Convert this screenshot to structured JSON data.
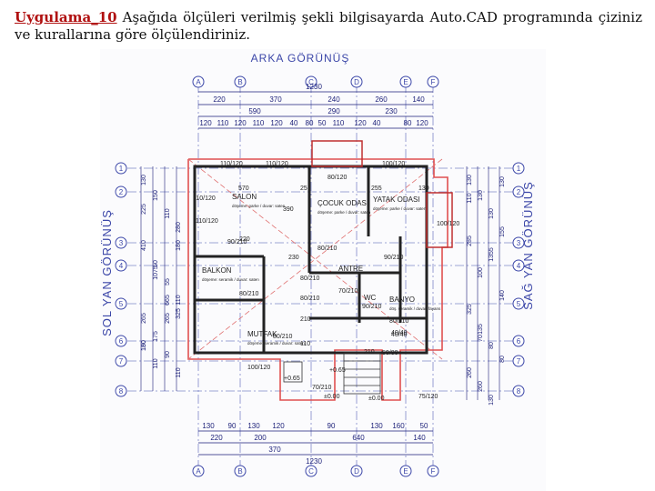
{
  "task": {
    "lead": "Uygulama_10",
    "text": " Aşağıda ölçüleri verilmiş şekli bilgisayarda Auto.CAD programında çiziniz ve kurallarına göre ölçülendiriniz."
  },
  "views": {
    "back": "ARKA GÖRÜNÜŞ",
    "left": "SOL YAN GÖRÜNÜŞ",
    "right": "SAĞ YAN GÖRÜNÜŞ"
  },
  "axes": {
    "letters": [
      "A",
      "B",
      "C",
      "D",
      "E",
      "F"
    ],
    "numbers": [
      "1",
      "2",
      "3",
      "4",
      "5",
      "6",
      "7",
      "8"
    ]
  },
  "dims": {
    "top_total": "1230",
    "top_row2": [
      "220",
      "370",
      "240",
      "260",
      "140"
    ],
    "top_row3": [
      "590",
      "290",
      "230"
    ],
    "top_row4": [
      "120",
      "110",
      "120",
      "110",
      "120",
      "40",
      "80",
      "50",
      "110",
      "120",
      "40",
      "80",
      "120"
    ],
    "bottom_row1": [
      "130",
      "90",
      "130",
      "120",
      "90",
      "130",
      "160",
      "50"
    ],
    "bottom_row2": [
      "220",
      "200",
      "640",
      "140"
    ],
    "bottom_row3": [
      "370",
      "1230"
    ],
    "left_col": [
      "130",
      "150",
      "110",
      "280",
      "410",
      "50",
      "55",
      "110",
      "265",
      "175",
      "90",
      "110",
      "225",
      "1075",
      "665",
      "325",
      "150",
      "110",
      "265",
      "180",
      "180"
    ],
    "right_col": [
      "130",
      "130",
      "130",
      "155",
      "285",
      "100",
      "1355",
      "140",
      "325",
      "135",
      "80",
      "80",
      "260",
      "260",
      "130",
      "130",
      "110",
      "70"
    ]
  },
  "rooms": [
    {
      "name": "SALON",
      "note": "döşeme: parke / duvar: saten"
    },
    {
      "name": "ÇOCUK ODASI",
      "note": "döşeme: parke / duvar: saten"
    },
    {
      "name": "YATAK ODASI",
      "note": "döşeme: parke / duvar: saten"
    },
    {
      "name": "BALKON",
      "note": "döşeme: seramik / duvar: saten"
    },
    {
      "name": "ANTRE",
      "note": ""
    },
    {
      "name": "BANYO",
      "note": "döş. seramik / duvar: fayans"
    },
    {
      "name": "MUTFAK",
      "note": "döşeme: seramik / duvar: saten"
    },
    {
      "name": "WC",
      "note": ""
    }
  ],
  "openings": [
    "110/120",
    "110/120",
    "100/120",
    "80/120",
    "110/120",
    "90/210",
    "80/210",
    "80/210",
    "90/210",
    "100/120",
    "110/120",
    "80/210",
    "70/210",
    "50/80",
    "100/120",
    "40/40",
    "90/210",
    "80/210",
    "80/210",
    "80/210",
    "75/120",
    "70/210"
  ],
  "misc": {
    "dims_inner": [
      "570",
      "25",
      "255",
      "130",
      "390",
      "230",
      "220",
      "110",
      "210",
      "210",
      "40/40"
    ],
    "levels": [
      "+0.65",
      "±0.00",
      "±0.00",
      "+0.65"
    ]
  },
  "colors": {
    "title_red": "#b01010",
    "axis_blue": "#3b46a8",
    "dim_ink": "#1b1f78",
    "wall": "#222222",
    "outline_red": "#e05050"
  }
}
